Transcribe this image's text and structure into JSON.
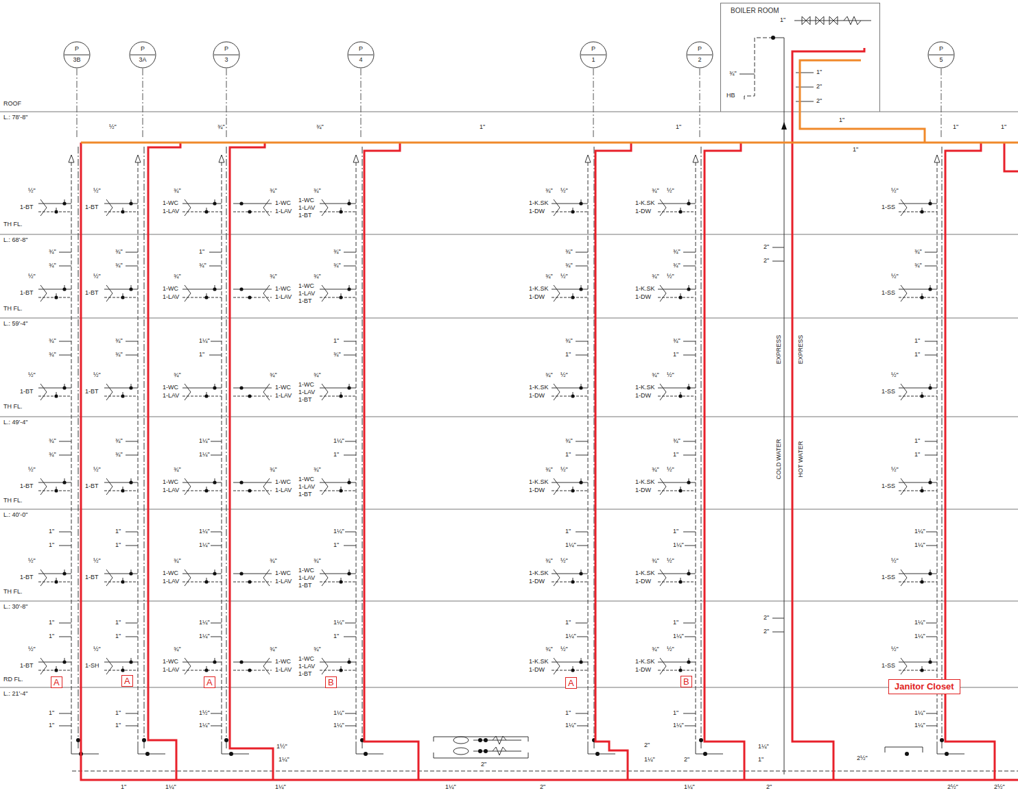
{
  "diagram": {
    "nodes": [
      {
        "text": [
          "BOILER ROOM"
        ]
      },
      {
        "text": [
          "P",
          "3B"
        ]
      },
      {
        "text": [
          "P",
          "3A"
        ]
      },
      {
        "text": [
          "P",
          "3"
        ]
      },
      {
        "text": [
          "P",
          "4"
        ]
      },
      {
        "text": [
          "P",
          "1"
        ]
      },
      {
        "text": [
          "P",
          "2"
        ]
      },
      {
        "text": [
          "P",
          "5"
        ]
      },
      {
        "text": [
          "A"
        ]
      },
      {
        "text": [
          "A"
        ]
      },
      {
        "text": [
          "A"
        ]
      },
      {
        "text": [
          "B"
        ]
      },
      {
        "text": [
          "A"
        ]
      },
      {
        "text": [
          "B"
        ]
      },
      {
        "text": [
          "Janitor Closet"
        ]
      }
    ],
    "labels": [
      "ROOF",
      "L.: 78'-8\"",
      "TH FL.",
      "L.: 68'-8\"",
      "TH FL.",
      "L.: 59'-4\"",
      "TH FL.",
      "L.: 49'-4\"",
      "TH FL.",
      "L.: 40'-0\"",
      "TH FL.",
      "L.: 30'-8\"",
      "RD FL.",
      "L.: 21'-4\"",
      "½\"",
      "¾\"",
      "¾\"",
      "1\"",
      "1\"",
      "1\"",
      "1\"",
      "1\"",
      "1\"",
      "¾\"",
      "HB",
      "1\"",
      "2\"",
      "2\"",
      "1\"",
      "½\"",
      "1-BT",
      "¾\"",
      "¾\"",
      "½\"",
      "1-BT",
      "¾\"",
      "¾\"",
      "½\"",
      "1-BT",
      "¾\"",
      "¾\"",
      "½\"",
      "1-BT",
      "1\"",
      "1\"",
      "½\"",
      "1-BT",
      "1\"",
      "1\"",
      "½\"",
      "1-BT",
      "1\"",
      "1\"",
      "½\"",
      "1-BT",
      "¾\"",
      "¾\"",
      "½\"",
      "1-BT",
      "¾\"",
      "¾\"",
      "½\"",
      "1-BT",
      "¾\"",
      "¾\"",
      "½\"",
      "1-BT",
      "1\"",
      "1\"",
      "½\"",
      "1-BT",
      "1\"",
      "1\"",
      "½\"",
      "1-SH",
      "1\"",
      "1\"",
      "¾\"",
      "1-WC",
      "1-LAV",
      "¾\"",
      "1-WC",
      "1-LAV",
      "1\"",
      "¾\"",
      "¾\"",
      "1-WC",
      "1-LAV",
      "¾\"",
      "1-WC",
      "1-LAV",
      "1¼\"",
      "1\"",
      "¾\"",
      "1-WC",
      "1-LAV",
      "¾\"",
      "1-WC",
      "1-LAV",
      "1¼\"",
      "1¼\"",
      "¾\"",
      "1-WC",
      "1-LAV",
      "¾\"",
      "1-WC",
      "1-LAV",
      "1¼\"",
      "1¼\"",
      "¾\"",
      "1-WC",
      "1-LAV",
      "¾\"",
      "1-WC",
      "1-LAV",
      "1¼\"",
      "1¼\"",
      "¾\"",
      "1-WC",
      "1-LAV",
      "¾\"",
      "1-WC",
      "1-LAV",
      "1½\"",
      "1¼\"",
      "¾\"",
      "1-WC",
      "1-LAV",
      "1-BT",
      "¾\"",
      "¾\"",
      "¾\"",
      "1-WC",
      "1-LAV",
      "1-BT",
      "1\"",
      "¾\"",
      "¾\"",
      "1-WC",
      "1-LAV",
      "1-BT",
      "1¼\"",
      "1\"",
      "¾\"",
      "1-WC",
      "1-LAV",
      "1-BT",
      "1¼\"",
      "1\"",
      "¾\"",
      "1-WC",
      "1-LAV",
      "1-BT",
      "1¼\"",
      "1\"",
      "¾\"",
      "1-WC",
      "1-LAV",
      "1-BT",
      "1¼\"",
      "1¼\"",
      "¾\"",
      "½\"",
      "1-K.SK",
      "1-DW",
      "¾\"",
      "¾\"",
      "¾\"",
      "½\"",
      "1-K.SK",
      "1-DW",
      "¾\"",
      "1\"",
      "¾\"",
      "½\"",
      "1-K.SK",
      "1-DW",
      "¾\"",
      "1\"",
      "¾\"",
      "½\"",
      "1-K.SK",
      "1-DW",
      "1\"",
      "1¼\"",
      "¾\"",
      "½\"",
      "1-K.SK",
      "1-DW",
      "1\"",
      "1¼\"",
      "¾\"",
      "½\"",
      "1-K.SK",
      "1-DW",
      "1\"",
      "1¼\"",
      "¾\"",
      "½\"",
      "1-K.SK",
      "1-DW",
      "¾\"",
      "¾\"",
      "¾\"",
      "½\"",
      "1-K.SK",
      "1-DW",
      "¾\"",
      "1\"",
      "¾\"",
      "½\"",
      "1-K.SK",
      "1-DW",
      "¾\"",
      "1\"",
      "¾\"",
      "½\"",
      "1-K.SK",
      "1-DW",
      "1\"",
      "1¼\"",
      "¾\"",
      "½\"",
      "1-K.SK",
      "1-DW",
      "1\"",
      "1¼\"",
      "¾\"",
      "½\"",
      "1-K.SK",
      "1-DW",
      "1\"",
      "1¼\"",
      "½\"",
      "1-SS",
      "¾\"",
      "¾\"",
      "½\"",
      "1-SS",
      "1\"",
      "1\"",
      "½\"",
      "1-SS",
      "1\"",
      "1\"",
      "½\"",
      "1-SS",
      "1¼\"",
      "1¼\"",
      "½\"",
      "1-SS",
      "1¼\"",
      "1¼\"",
      "½\"",
      "1-SS",
      "1¼\"",
      "1¼\"",
      "2\"",
      "2\"",
      "2\"",
      "2\"",
      "EXPRESS",
      "EXPRESS",
      "COLD WATER",
      "HOT WATER",
      "1½\"",
      "1¼\"",
      "2\"",
      "2\"",
      "1¼\"",
      "2\"",
      "1¼\"",
      "1\"",
      "2½\"",
      "1\"",
      "1¼\"",
      "1¼\"",
      "1¼\"",
      "2\"",
      "1¼\"",
      "2\"",
      "2½\"",
      "2½\""
    ]
  }
}
